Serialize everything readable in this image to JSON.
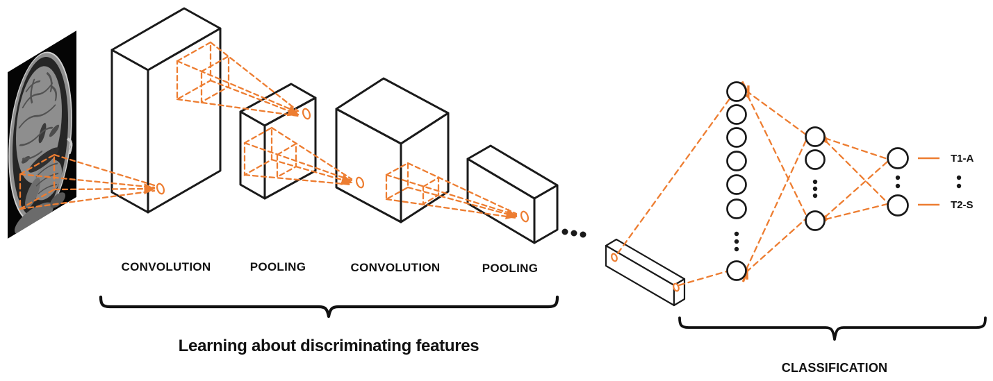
{
  "figure": {
    "accent_color": "#ED7D31",
    "ink_color": "#1a1a1a",
    "stage_labels": [
      "CONVOLUTION",
      "POOLING",
      "CONVOLUTION",
      "POOLING"
    ],
    "left_caption": "Learning about discriminating features",
    "right_caption": "CLASSIFICATION",
    "outputs": [
      "T1-A",
      "T2-S"
    ]
  }
}
